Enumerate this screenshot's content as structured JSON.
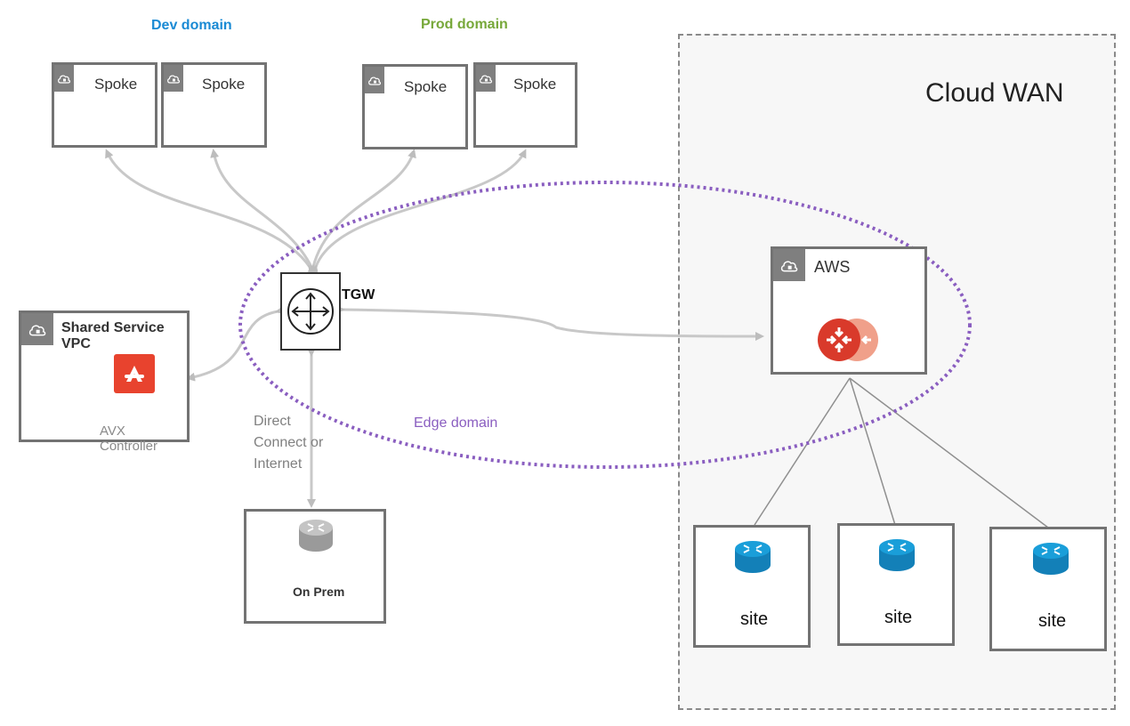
{
  "domains": {
    "dev": {
      "label": "Dev domain",
      "color": "#1a8ad4"
    },
    "prod": {
      "label": "Prod domain",
      "color": "#77a83a"
    },
    "edge": {
      "label": "Edge domain",
      "color": "#8a5ec0"
    }
  },
  "spokes": [
    {
      "label": "Spoke",
      "domain": "dev"
    },
    {
      "label": "Spoke",
      "domain": "dev"
    },
    {
      "label": "Spoke",
      "domain": "prod"
    },
    {
      "label": "Spoke",
      "domain": "prod"
    }
  ],
  "tgw": {
    "label": "TGW"
  },
  "shared_service": {
    "title": "Shared Service VPC",
    "controller_label": "AVX Controller",
    "logo_color": "#e8432e"
  },
  "on_prem": {
    "label": "On Prem",
    "link_label_lines": [
      "Direct",
      "Connect or",
      "Internet"
    ]
  },
  "cloud_wan": {
    "title": "Cloud WAN"
  },
  "aws": {
    "label": "AWS",
    "router_color": "#d93a2b",
    "router_color_back": "#f0a08a"
  },
  "sites": [
    {
      "label": "site",
      "router_color": "#1a9ed9"
    },
    {
      "label": "site",
      "router_color": "#1a9ed9"
    },
    {
      "label": "site",
      "router_color": "#1a9ed9"
    }
  ],
  "icons": {
    "cloud": "cloud-lock-icon",
    "tgw": "transit-gateway-icon",
    "router": "router-icon",
    "avx": "aviatrix-logo-icon"
  }
}
